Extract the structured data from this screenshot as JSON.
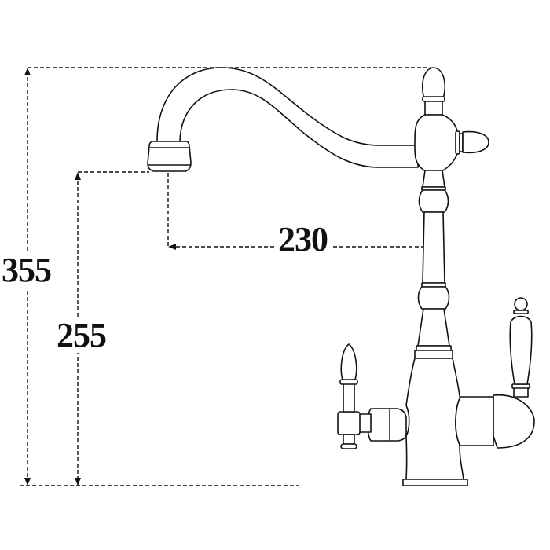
{
  "drawing": {
    "subject": "kitchen faucet with filter lever",
    "units": "mm",
    "colors": {
      "line": "#111111",
      "background": "#ffffff"
    },
    "dimensions": {
      "overall_height": {
        "label": "355"
      },
      "spout_height": {
        "label": "255"
      },
      "spout_reach": {
        "label": "230"
      }
    }
  }
}
